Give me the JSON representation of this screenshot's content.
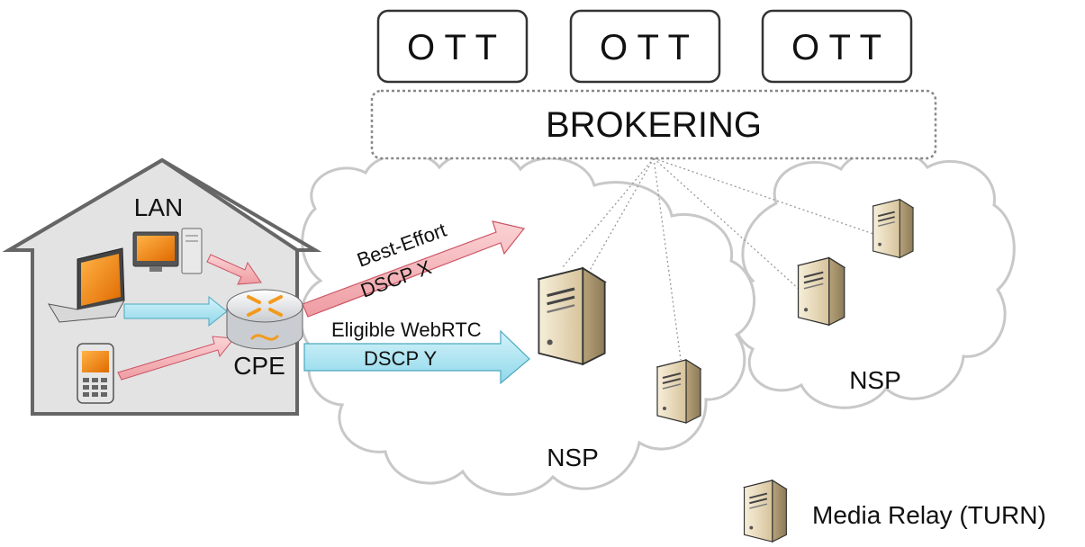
{
  "ott_boxes": [
    {
      "label": "O T T"
    },
    {
      "label": "O T T"
    },
    {
      "label": "O T T"
    }
  ],
  "brokering": {
    "label": "BROKERING"
  },
  "house": {
    "lan_label": "LAN",
    "cpe_label": "CPE"
  },
  "flows": {
    "best_effort": {
      "line1": "Best-Effort",
      "line2": "DSCP   X"
    },
    "webrtc": {
      "line1": "Eligible WebRTC",
      "line2": "DSCP    Y"
    }
  },
  "clouds": [
    {
      "label": "NSP"
    },
    {
      "label": "NSP"
    }
  ],
  "legend": {
    "label": "Media Relay (TURN)",
    "icon": "server-icon"
  },
  "colors": {
    "best_effort_arrow": "#f6b0b4",
    "webrtc_arrow": "#a9e4f2",
    "router_orange": "#f39a1e",
    "server_tan": "#e6d6ae"
  }
}
